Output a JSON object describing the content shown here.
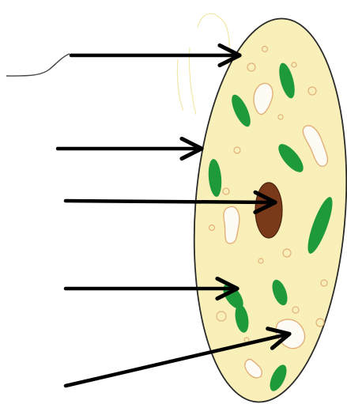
{
  "diagram": {
    "subject": "plant cell",
    "labels": [],
    "parts": [
      "cell-wall",
      "cytoplasm",
      "nucleus",
      "chloroplast",
      "vacuole",
      "mitochondrion"
    ],
    "pointer_count": 5
  },
  "colors": {
    "background": "#ffffff",
    "cell_fill": "#f8f0b8",
    "cell_outline": "#2a2a2a",
    "chloroplast": "#1f9a3b",
    "nucleus": "#7a3a1a",
    "nucleus_outline": "#4a2210",
    "vacuole_fill": "#fdfbf3",
    "vacuole_outline": "#e0a888",
    "mitochondrion_outline": "#e3b07a",
    "arrow": "#000000",
    "sketch_line": "#444444"
  }
}
